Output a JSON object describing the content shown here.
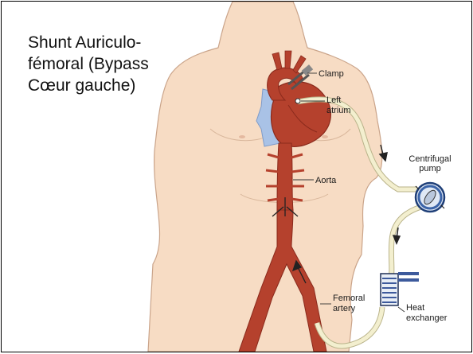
{
  "slide": {
    "title_lines": [
      "Shunt Auriculo-",
      "fémoral (Bypass",
      "Cœur gauche)"
    ]
  },
  "diagram": {
    "labels": {
      "clamp": "Clamp",
      "left_atrium": [
        "Left",
        "atrium"
      ],
      "centrifugal_pump": [
        "Centrifugal",
        "pump"
      ],
      "aorta": "Aorta",
      "femoral_artery": [
        "Femoral",
        "artery"
      ],
      "heat_exchanger": [
        "Heat",
        "exchanger"
      ]
    },
    "colors": {
      "skin": "#f7dcc4",
      "skin_outline": "#caa48a",
      "artery": "#b5412d",
      "artery_dark": "#8a2a1c",
      "lung_blue": "#a9c2e6",
      "tubing": "#f3efcf",
      "tubing_outline": "#b9b38a",
      "pump_blue": "#3b64a8",
      "exchanger_blue": "#3d5a9c"
    }
  }
}
